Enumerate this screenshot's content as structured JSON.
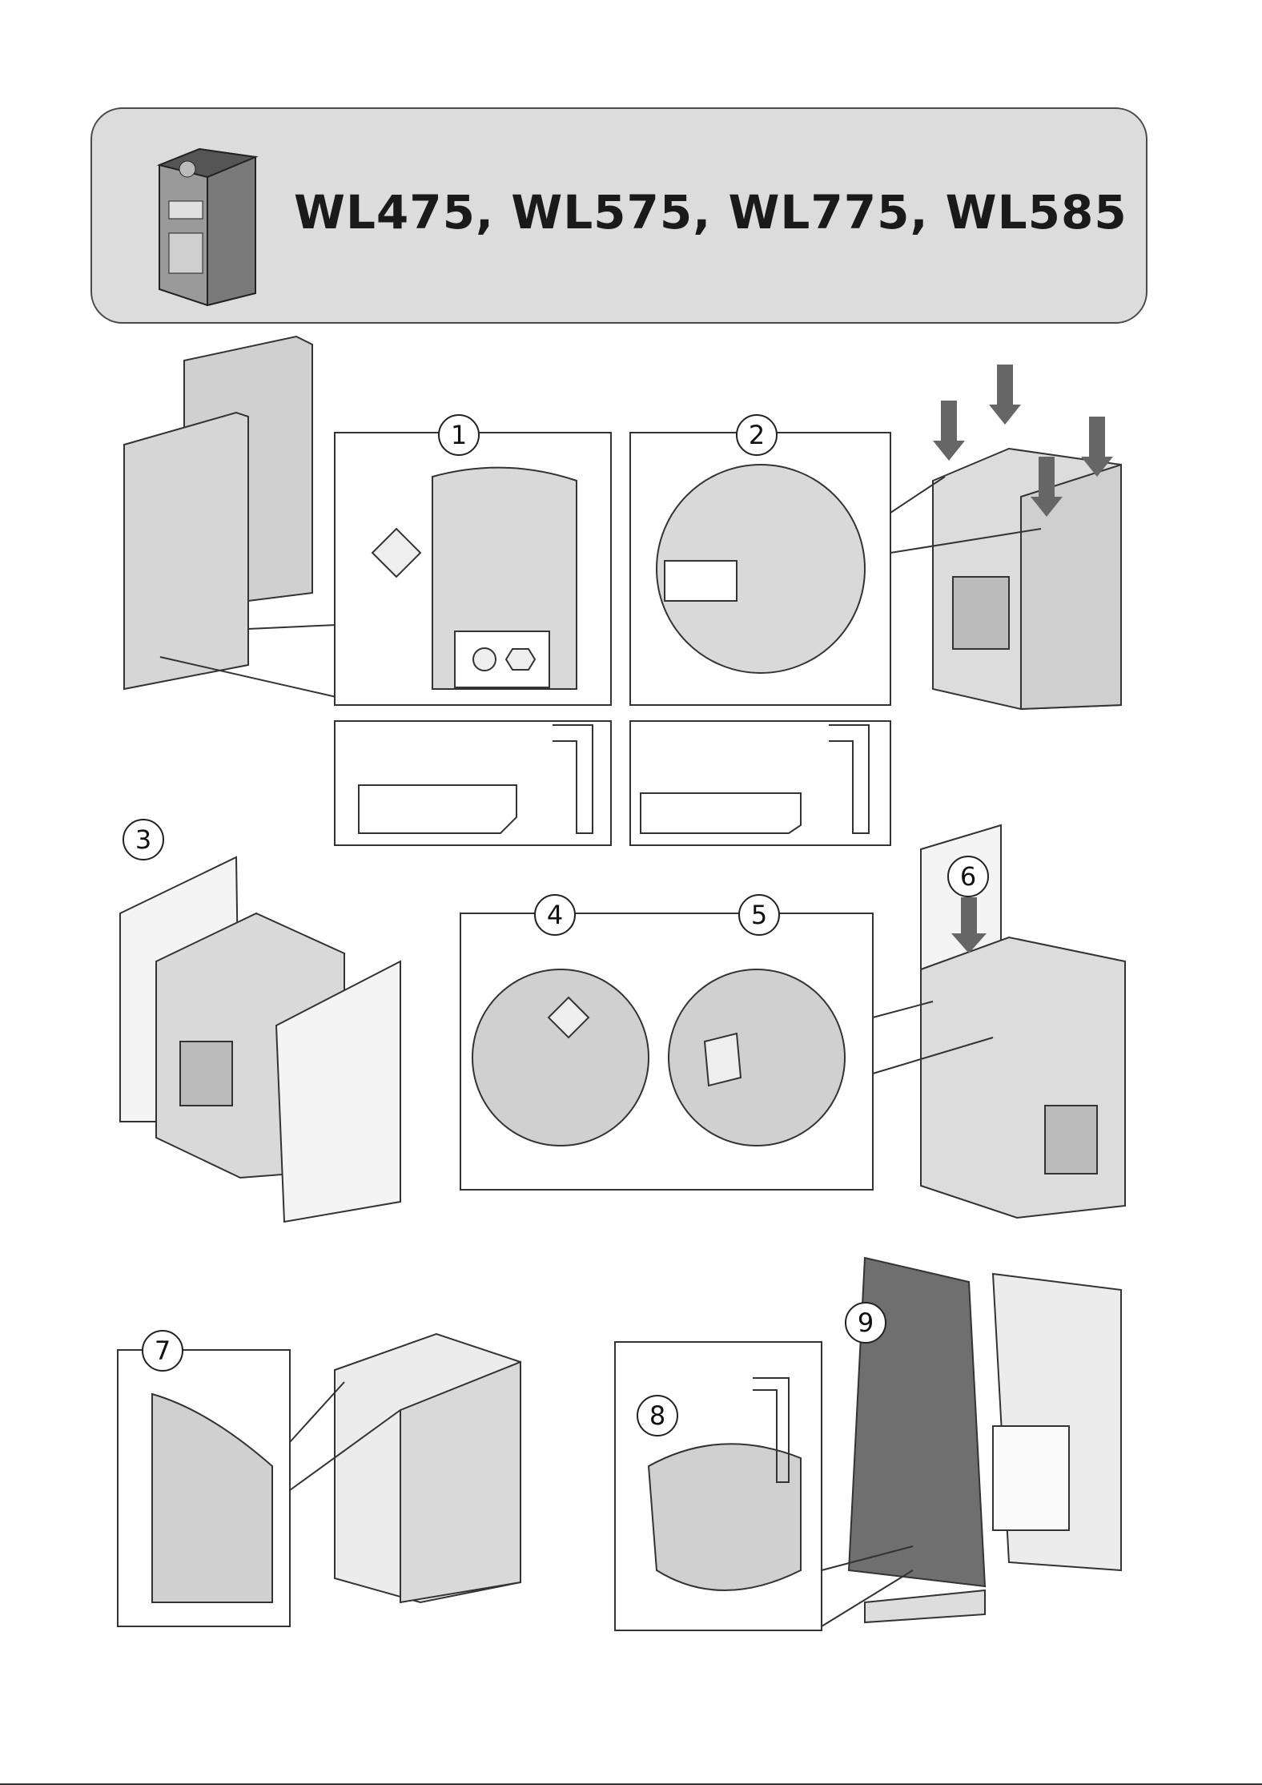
{
  "banner": {
    "title": "WL475, WL575, WL775, WL585",
    "icon": "stove-icon"
  },
  "steps": [
    "1",
    "2",
    "3",
    "4",
    "5",
    "6",
    "7",
    "8",
    "9"
  ],
  "colors": {
    "banner_bg": "#dcdcdc",
    "panel_grey": "#d0d0d0",
    "zoom_grey": "#c8c8c8",
    "outline": "#333333"
  }
}
